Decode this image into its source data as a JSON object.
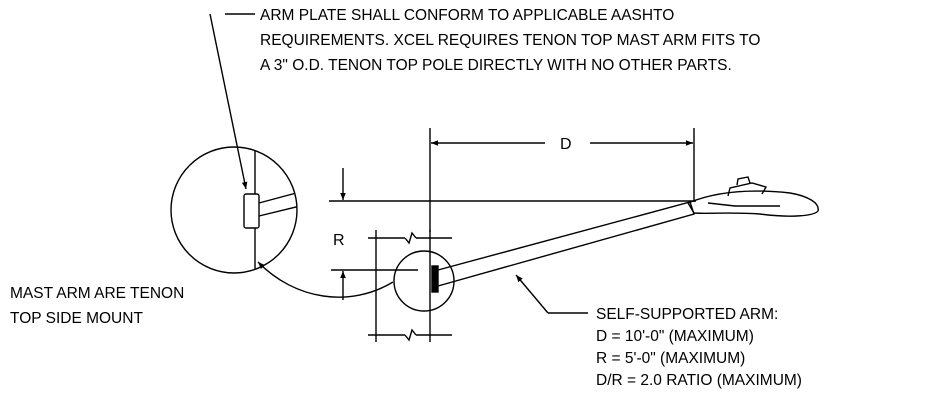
{
  "note_top": {
    "lines": [
      "ARM PLATE SHALL CONFORM TO APPLICABLE AASHTO",
      "REQUIREMENTS.  XCEL REQUIRES TENON TOP MAST ARM FITS TO",
      "A 3\" O.D. TENON TOP POLE DIRECTLY WITH NO OTHER PARTS."
    ]
  },
  "note_left": {
    "lines": [
      "MAST ARM ARE TENON",
      "TOP SIDE MOUNT"
    ]
  },
  "note_right": {
    "lines": [
      "SELF-SUPPORTED ARM:",
      "D  = 10'-0\" (MAXIMUM)",
      "R  = 5'-0\" (MAXIMUM)",
      "D/R  = 2.0 RATIO (MAXIMUM)"
    ]
  },
  "dim_d": "D",
  "dim_r": "R"
}
